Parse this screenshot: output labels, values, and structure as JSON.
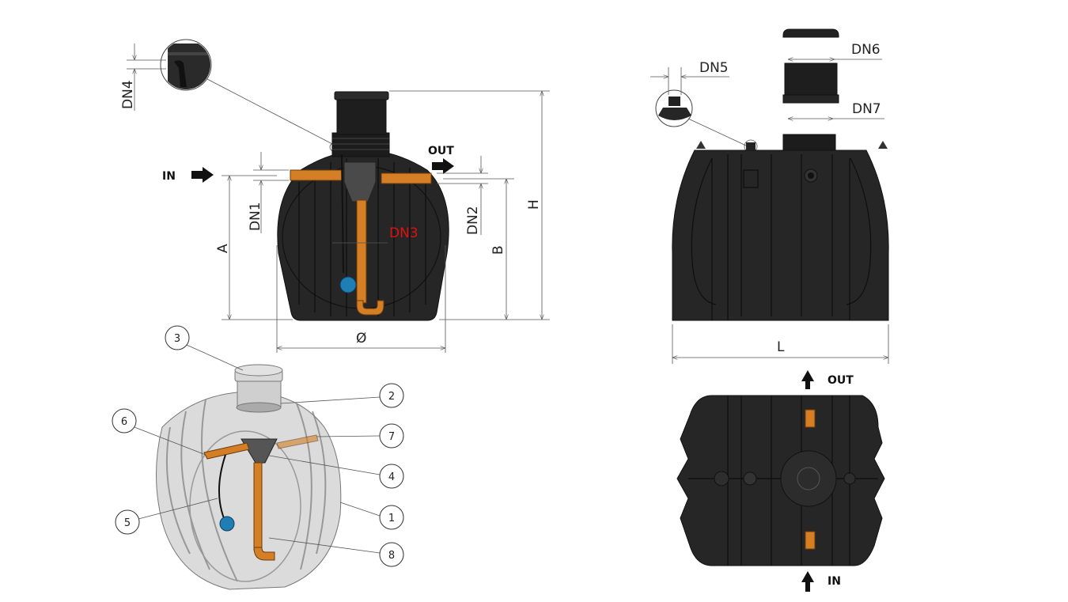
{
  "front_view": {
    "labels": {
      "dn1": "DN1",
      "dn2": "DN2",
      "dn3": "DN3",
      "dn4": "DN4",
      "a": "A",
      "b": "B",
      "h": "H",
      "diameter": "Ø"
    },
    "in_label": "IN",
    "out_label": "OUT"
  },
  "side_view": {
    "labels": {
      "dn5": "DN5",
      "dn6": "DN6",
      "dn7": "DN7",
      "l": "L"
    }
  },
  "top_view": {
    "in_label": "IN",
    "out_label": "OUT"
  },
  "callouts": [
    "1",
    "2",
    "3",
    "4",
    "5",
    "6",
    "7",
    "8"
  ],
  "colors": {
    "tank": "#262626",
    "pipe": "#d47f25",
    "float": "#1f7fb5",
    "dn3_label": "#e01010"
  }
}
